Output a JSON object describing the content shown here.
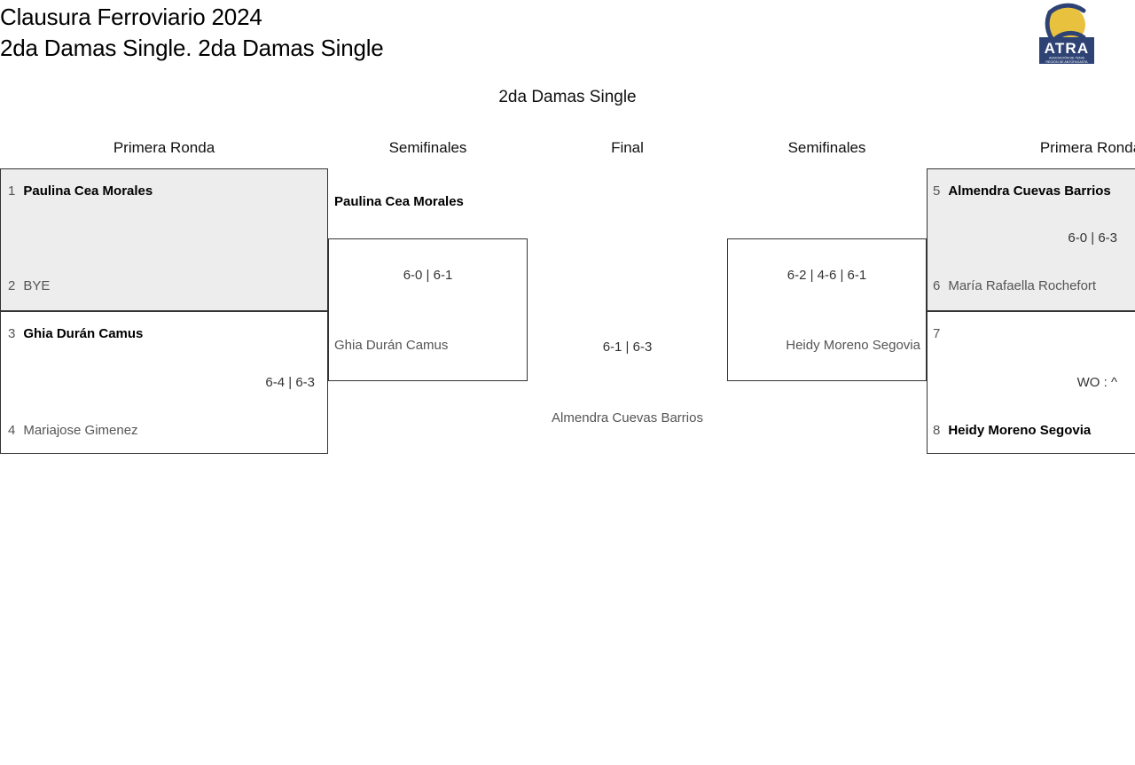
{
  "header": {
    "title_line1": "Clausura Ferroviario 2024",
    "title_line2": "2da Damas Single. 2da Damas Single",
    "logo": {
      "name": "atra-logo",
      "acronym": "ATRA",
      "tagline_line1": "ASOCIACIÓN DE TENIS",
      "tagline_line2": "REGIÓN DE ANTOFAGASTA",
      "ball_color": "#e8c13f",
      "text_color": "#2e4374"
    }
  },
  "bracket": {
    "subtitle": "2da Damas Single",
    "round_headers": [
      "Primera Ronda",
      "Semifinales",
      "Final",
      "Semifinales",
      "Primera Ronda"
    ],
    "left": {
      "first_round": [
        {
          "score": "",
          "players": [
            {
              "seed": "1",
              "name": "Paulina Cea Morales",
              "winner": true
            },
            {
              "seed": "2",
              "name": "BYE",
              "winner": false
            }
          ]
        },
        {
          "score": "6-4 | 6-3",
          "players": [
            {
              "seed": "3",
              "name": "Ghia Durán Camus",
              "winner": true
            },
            {
              "seed": "4",
              "name": "Mariajose Gimenez",
              "winner": false
            }
          ]
        }
      ],
      "semifinal": {
        "score": "6-0 | 6-1",
        "players": [
          {
            "seed": "",
            "name": "Paulina Cea Morales",
            "winner": true
          },
          {
            "seed": "",
            "name": "Ghia Durán Camus",
            "winner": false
          }
        ]
      }
    },
    "final": {
      "score": "6-1 | 6-3",
      "players": [
        {
          "seed": "",
          "name": "",
          "winner": true
        },
        {
          "seed": "",
          "name": "Almendra Cuevas Barrios",
          "winner": false
        }
      ]
    },
    "right": {
      "semifinal": {
        "score": "6-2 | 4-6 | 6-1",
        "players": [
          {
            "seed": "",
            "name": "",
            "winner": true
          },
          {
            "seed": "",
            "name": "Heidy Moreno Segovia",
            "winner": false
          }
        ]
      },
      "first_round": [
        {
          "score": "6-0 | 6-3",
          "players": [
            {
              "seed": "5",
              "name": "Almendra Cuevas Barrios",
              "winner": true
            },
            {
              "seed": "6",
              "name": "María Rafaella Rochefort",
              "winner": false
            }
          ]
        },
        {
          "score": "WO : ^",
          "players": [
            {
              "seed": "7",
              "name": "",
              "winner": false
            },
            {
              "seed": "8",
              "name": "Heidy Moreno Segovia",
              "winner": true
            }
          ]
        }
      ]
    }
  },
  "colors": {
    "shade": "#ededed",
    "border": "#333333",
    "winner_text": "#000000",
    "loser_text": "#555555"
  }
}
